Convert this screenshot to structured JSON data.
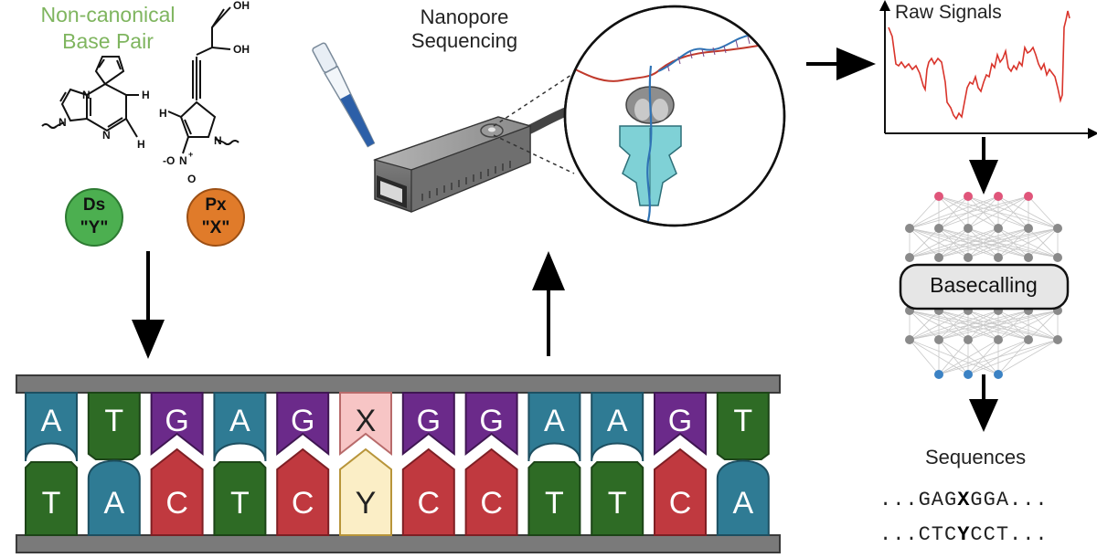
{
  "nc_title_line1": "Non-canonical",
  "nc_title_line2": "Base Pair",
  "chem_atoms": {
    "oh1": "OH",
    "oh2": "OH",
    "n1": "N",
    "n2": "N",
    "n3": "N",
    "n4": "N",
    "h1": "H",
    "h2": "H",
    "h3": "H",
    "o_minus": "-O",
    "n_plus": "N",
    "plus": "+",
    "o": "O"
  },
  "badge_ds": {
    "code": "Ds",
    "letter": "\"Y\"",
    "color": "#4caf50"
  },
  "badge_px": {
    "code": "Px",
    "letter": "\"X\"",
    "color": "#e07b2a"
  },
  "nanopore_line1": "Nanopore",
  "nanopore_line2": "Sequencing",
  "raw_signals": "Raw Signals",
  "basecalling": "Basecalling",
  "sequences_title": "Sequences",
  "seq_top": {
    "pre": "...GAG",
    "mid": "X",
    "post": "GGA..."
  },
  "seq_bottom": {
    "pre": "...CTC",
    "mid": "Y",
    "post": "CCT..."
  },
  "top_strand": [
    "A",
    "T",
    "G",
    "A",
    "G",
    "X",
    "G",
    "G",
    "A",
    "A",
    "G",
    "T"
  ],
  "bottom_strand": [
    "T",
    "A",
    "C",
    "T",
    "C",
    "Y",
    "C",
    "C",
    "T",
    "T",
    "C",
    "A"
  ],
  "colors": {
    "A": "#2f7b94",
    "T": "#2e6b25",
    "G": "#6b2a8a",
    "C": "#c0393f",
    "X": "#f7c5c5",
    "Y": "#fbeec6",
    "signal": "#d9342b",
    "net_top": "#e0557a",
    "net_bottom": "#3b82c4"
  }
}
